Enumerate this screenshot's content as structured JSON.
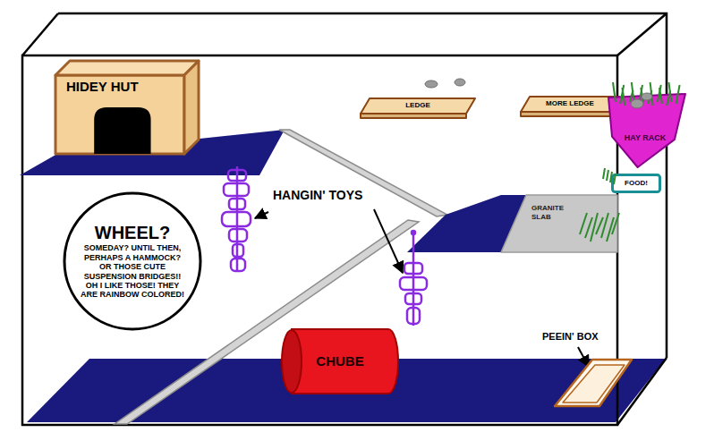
{
  "diagram": {
    "nodes": [
      {
        "text": [
          "HIDEY HUT"
        ]
      },
      {
        "text": [
          "LEDGE"
        ]
      },
      {
        "text": [
          "MORE LEDGE"
        ]
      },
      {
        "text": [
          "HAY RACK"
        ]
      },
      {
        "text": [
          "WHEEL?",
          "SOMEDAY? UNTIL THEN, PERHAPS A HAMMOCK? OR THOSE CUTE SUSPENSION BRIDGES!! OH I LIKE THOSE! THEY ARE RAINBOW COLORED!"
        ]
      },
      {
        "text": [
          "FOOD!"
        ]
      },
      {
        "text": [
          "GRANITE SLAB"
        ]
      },
      {
        "text": [
          "CHUBE"
        ]
      },
      {
        "text": [
          "PEEIN' BOX"
        ]
      }
    ],
    "labels": [
      "HANGIN' TOYS"
    ]
  }
}
